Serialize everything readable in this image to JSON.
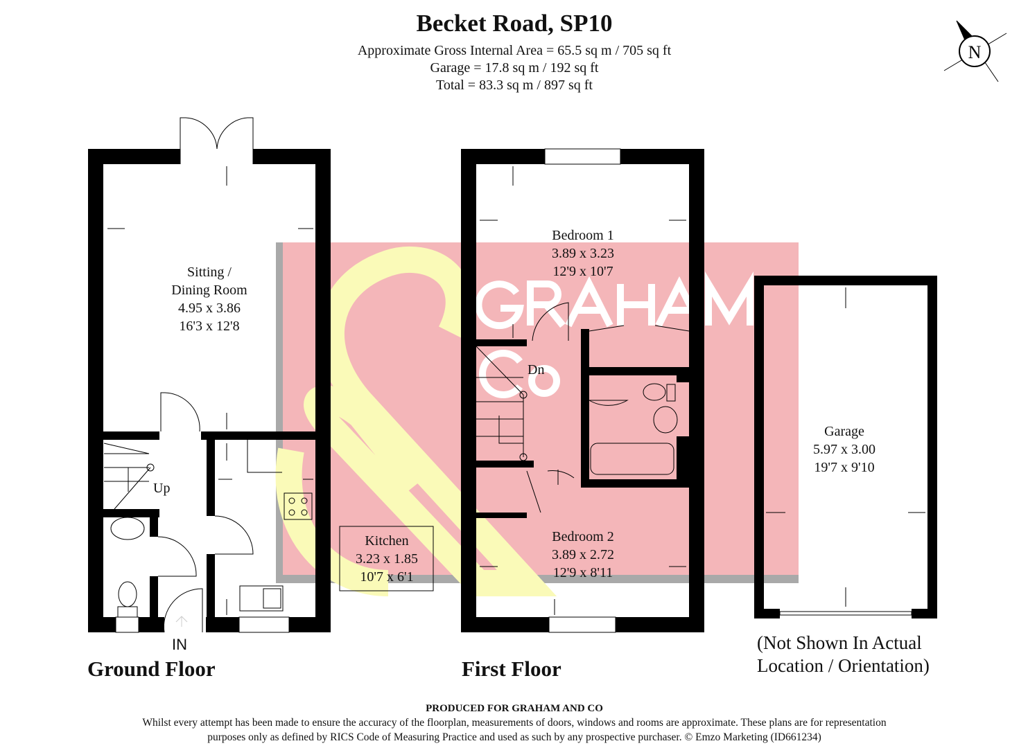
{
  "header": {
    "title": "Becket Road, SP10",
    "gross_area": "Approximate Gross Internal Area = 65.5 sq m / 705 sq ft",
    "garage_area": "Garage = 17.8 sq m / 192 sq ft",
    "total_area": "Total = 83.3 sq m / 897 sq ft"
  },
  "compass": {
    "label": "N"
  },
  "watermark": {
    "line1": "GRAHAM",
    "line2": "Co",
    "colors": {
      "background": "#f4b6b9",
      "ampersand": "#fafab8",
      "border": "#a9a9a9"
    }
  },
  "ground_floor": {
    "label": "Ground Floor",
    "entrance": "IN",
    "stairs": "Up",
    "rooms": [
      {
        "name": "Sitting /",
        "name2": "Dining Room",
        "metric": "4.95 x 3.86",
        "imperial": "16'3 x 12'8"
      },
      {
        "name": "Kitchen",
        "metric": "3.23 x 1.85",
        "imperial": "10'7 x 6'1"
      }
    ]
  },
  "first_floor": {
    "label": "First Floor",
    "stairs": "Dn",
    "rooms": [
      {
        "name": "Bedroom 1",
        "metric": "3.89 x 3.23",
        "imperial": "12'9 x 10'7"
      },
      {
        "name": "Bedroom 2",
        "metric": "3.89 x 2.72",
        "imperial": "12'9 x 8'11"
      }
    ]
  },
  "garage": {
    "name": "Garage",
    "metric": "5.97 x 3.00",
    "imperial": "19'7 x 9'10",
    "note1": "(Not Shown In Actual",
    "note2": "Location / Orientation)"
  },
  "footer": {
    "heading": "PRODUCED FOR GRAHAM AND CO",
    "line1": "Whilst every attempt has been made to ensure the accuracy of the floorplan, measurements of doors, windows and rooms are approximate. These plans are for representation",
    "line2": "purposes only as defined by RICS Code of Measuring Practice and used as such by any prospective purchaser. © Emzo Marketing (ID661234)"
  }
}
